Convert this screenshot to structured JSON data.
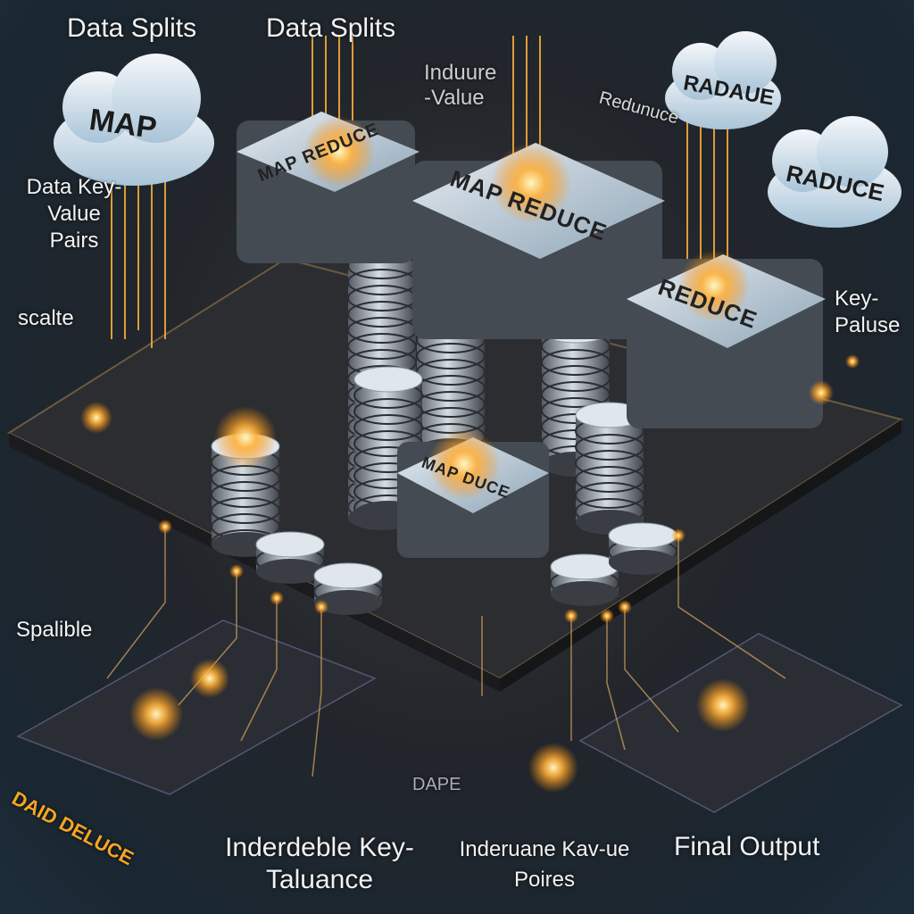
{
  "title_labels": {
    "data_splits_1": "Data Splits",
    "data_splits_2": "Data Splits",
    "induure_value": "Induure -Value",
    "redunuce": "Redunuce",
    "data_kv_pairs": "Data Key-Value Pairs",
    "scalte": "scalte",
    "key_paluse": "Key-Paluse",
    "spalible": "Spalible",
    "daid_deluce": "DAID DELUCE",
    "dape": "DAPE",
    "inderdeble": "Inderdeble Key-Taluance",
    "inderuane": "Inderuane Kav-ue Poires",
    "final_output": "Final Output"
  },
  "clouds": {
    "map": "MAP",
    "radaue": "RADAUE",
    "raduce": "RADUCE"
  },
  "blocks": {
    "map_reduce_small": "MAP REDUCE",
    "map_reduce_big": "MAP REDUCE",
    "reduce": "REDUCE",
    "map_duce": "MAP DUCE"
  },
  "colors": {
    "glow": "#ffb13b",
    "platform": "#2b2d31",
    "cloud": "#dfe8ef",
    "accent_blue": "#4fa3e0"
  }
}
